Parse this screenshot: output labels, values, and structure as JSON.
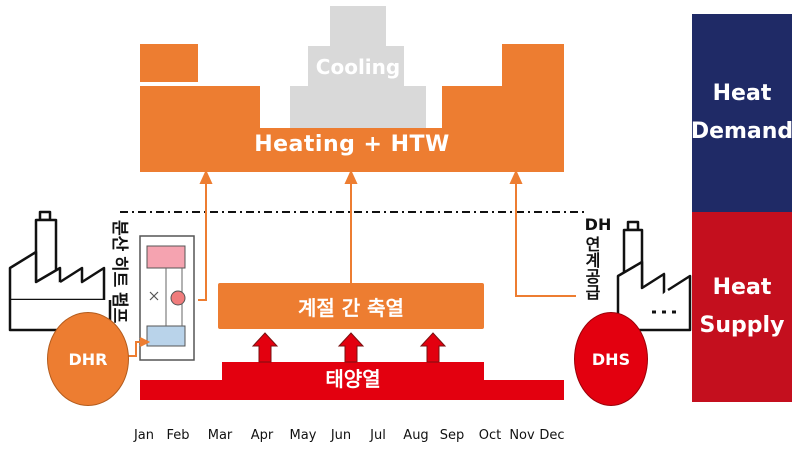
{
  "demand_panel": {
    "line1": "Heat",
    "line2": "Demand"
  },
  "supply_panel": {
    "line1": "Heat",
    "line2": "Supply"
  },
  "demand_blocks": {
    "heating": "Heating + HTW",
    "cooling": "Cooling"
  },
  "supply_blocks": {
    "seasonal_storage": "계절 간 축열",
    "solar": "태양열"
  },
  "left_source": {
    "circle": "DHR",
    "vertical_label": [
      "분산",
      "히트",
      "펌프"
    ]
  },
  "right_source": {
    "circle": "DHS",
    "vertical_label": [
      "DH",
      "연계",
      "공급"
    ]
  },
  "months": [
    "Jan",
    "Feb",
    "Mar",
    "Apr",
    "May",
    "Jun",
    "Jul",
    "Aug",
    "Sep",
    "Oct",
    "Nov",
    "Dec"
  ],
  "colors": {
    "orange": "#ed7d31",
    "red": "#e3000f",
    "gray": "#d9d9d9",
    "navy": "#1f2a66",
    "dark_red": "#c40f1e"
  }
}
